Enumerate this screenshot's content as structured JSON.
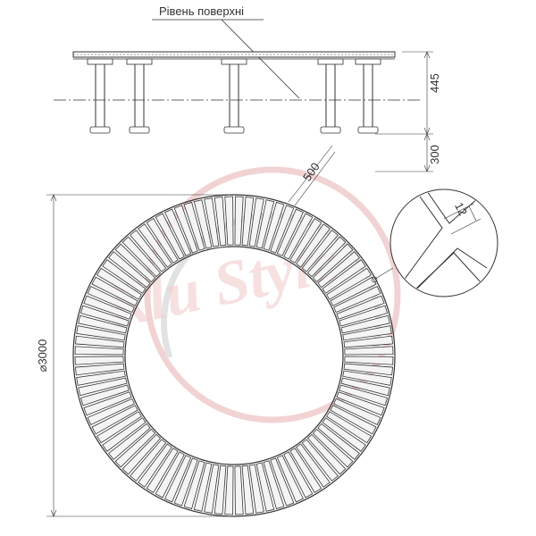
{
  "drawing": {
    "surface_label": "Рівень поверхні",
    "dim_height": "445",
    "dim_depth": "300",
    "dim_width": "500",
    "dim_diameter": "⌀3000",
    "dim_gap": "12",
    "slat_count": 96
  },
  "watermark": {
    "text": "Klu Style",
    "color": "#e8a0a0"
  },
  "colors": {
    "line": "#333333",
    "slat_fill": "#f4f4f4",
    "hatch": "#999999"
  }
}
